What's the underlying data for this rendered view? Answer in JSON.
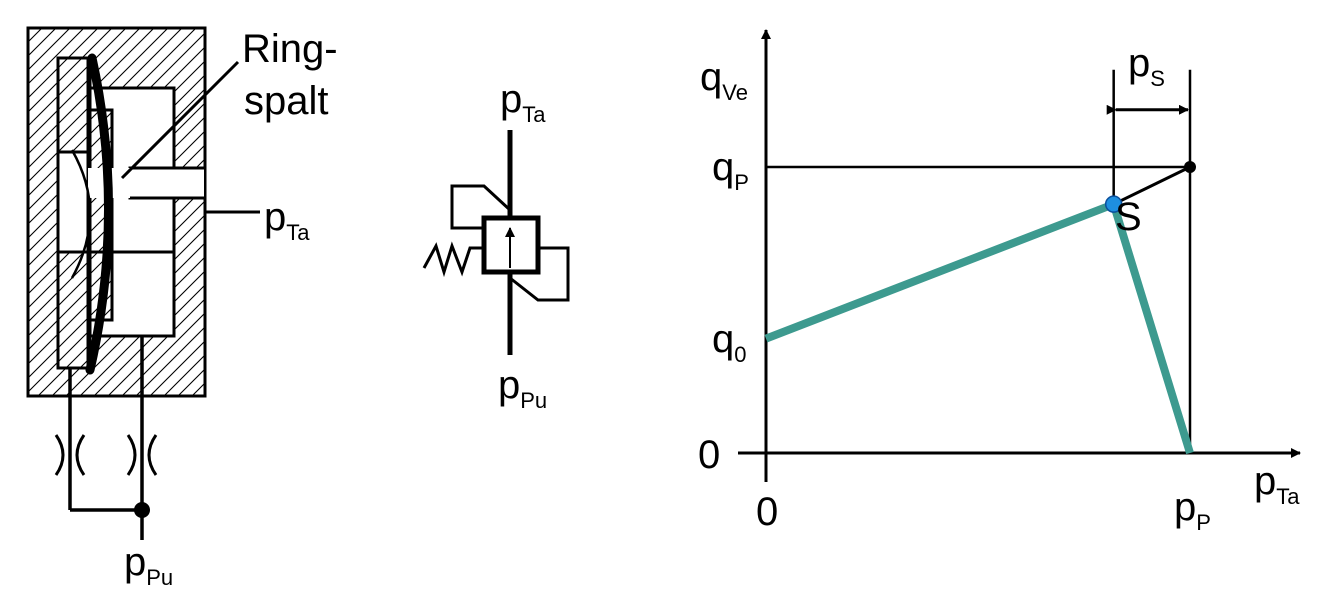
{
  "colors": {
    "ink": "#000000",
    "characteristic_line": "#3d9a8f",
    "operating_point": "#1e8fe0",
    "hatch": "#000000"
  },
  "valve_section": {
    "label_line1": "Ring-",
    "label_line2": "spalt",
    "port_tank": {
      "main": "p",
      "sub": "Ta"
    },
    "port_pump": {
      "main": "p",
      "sub": "Pu"
    }
  },
  "symbol": {
    "port_top": {
      "main": "p",
      "sub": "Ta"
    },
    "port_bottom": {
      "main": "p",
      "sub": "Pu"
    },
    "icons": [
      "valve-square-icon",
      "spring-icon",
      "flow-arrow-icon"
    ]
  },
  "chart_data": {
    "type": "line",
    "xlabel": {
      "main": "p",
      "sub": "Ta"
    },
    "ylabel": {
      "main": "q",
      "sub": "Ve"
    },
    "x_ticks": [
      {
        "label": "0",
        "value": 0
      },
      {
        "main": "p",
        "sub": "P",
        "value": 1.0
      }
    ],
    "y_ticks": [
      {
        "label": "0",
        "value": 0
      },
      {
        "main": "q",
        "sub": "0",
        "value": 0.4
      },
      {
        "main": "q",
        "sub": "P",
        "value": 1.0
      }
    ],
    "series": [
      {
        "x": [
          0.0,
          0.82,
          1.0
        ],
        "y": [
          0.4,
          0.87,
          0.0
        ],
        "style": "thick"
      },
      {
        "x": [
          0.82,
          1.0
        ],
        "y": [
          0.87,
          1.0
        ],
        "style": "thin"
      }
    ],
    "reference_lines": [
      {
        "type": "horizontal",
        "y": 1.0,
        "x_from": 0,
        "x_to": 1.0
      },
      {
        "type": "vertical",
        "x": 1.0,
        "y_from": 0,
        "y_to": 1.34
      },
      {
        "type": "vertical",
        "x": 0.82,
        "y_from": 0.87,
        "y_to": 1.34
      }
    ],
    "annotations": [
      {
        "text": "S",
        "x": 0.82,
        "y": 0.87,
        "kind": "operating-point"
      },
      {
        "main": "p",
        "sub": "S",
        "kind": "dimension",
        "x_from": 0.82,
        "x_to": 1.0,
        "y": 1.2
      }
    ],
    "xlim": [
      0,
      1.25
    ],
    "ylim": [
      0,
      1.45
    ],
    "grid": false
  }
}
